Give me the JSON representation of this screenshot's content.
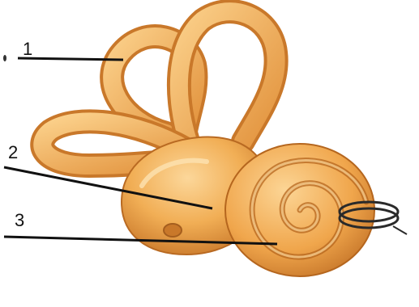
{
  "labels": [
    {
      "id": "1",
      "text": "1"
    },
    {
      "id": "2",
      "text": "2"
    },
    {
      "id": "3",
      "text": "3"
    }
  ],
  "colors": {
    "organ_light": "#F8C87A",
    "organ_mid": "#EFA548",
    "organ_dark": "#C9782A",
    "organ_shadow": "#A55E1E",
    "leader_line": "#111111",
    "ring": "#2A2A2A",
    "background": "#FFFFFF"
  },
  "icons": [
    "semicircular-canals",
    "vestibule",
    "cochlea",
    "oval-window",
    "nerve-ring"
  ]
}
